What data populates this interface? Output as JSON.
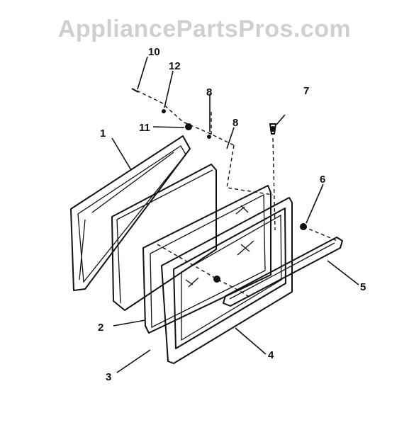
{
  "watermark": "AppliancePartsPros.com",
  "callouts": {
    "c1": "1",
    "c2": "2",
    "c3": "3",
    "c4": "4",
    "c5": "5",
    "c6": "6",
    "c7": "7",
    "c8a": "8",
    "c8b": "8",
    "c10": "10",
    "c11": "11",
    "c12": "12"
  }
}
